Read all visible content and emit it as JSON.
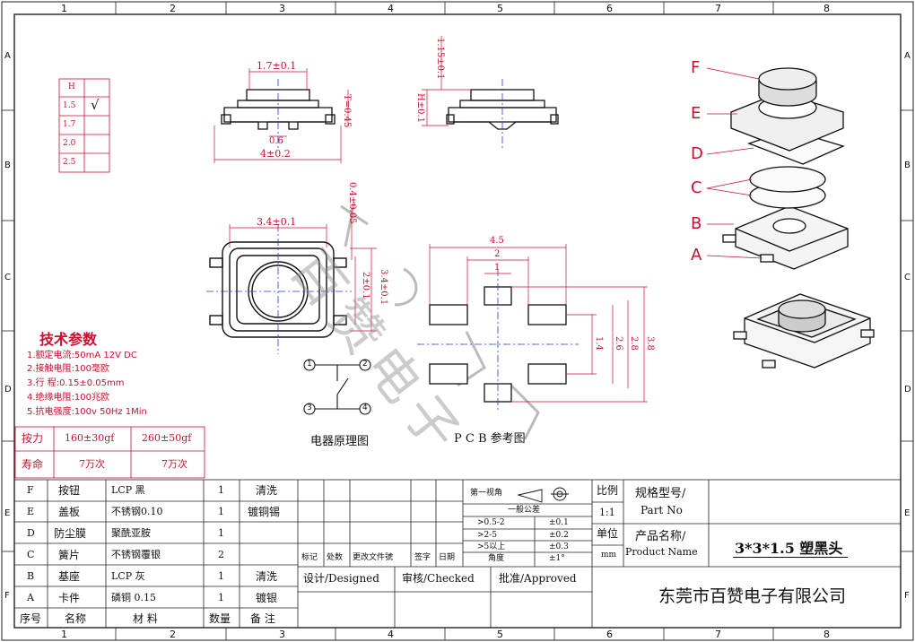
{
  "border": {
    "col_numbers": [
      "1",
      "2",
      "3",
      "4",
      "5",
      "6",
      "7",
      "8"
    ],
    "row_letters": [
      "A",
      "B",
      "C",
      "D",
      "E",
      "F"
    ]
  },
  "height_table": {
    "header": "H",
    "rows": [
      {
        "h": "1.5",
        "mark": "√"
      },
      {
        "h": "1.7",
        "mark": ""
      },
      {
        "h": "2.0",
        "mark": ""
      },
      {
        "h": "2.5",
        "mark": ""
      }
    ]
  },
  "dimensions": {
    "d1": "1.7±0.1",
    "d2": "T=0.45",
    "d3": "0.6",
    "d4": "4±0.2",
    "d5": "1.15±0.1",
    "d6": "H±0.1",
    "d7": "3.4±0.1",
    "d8": "0.4±0.05",
    "d9": "3.4±0.1",
    "d10": "2±0.1",
    "pcb_w1": "4.5",
    "pcb_w2": "2",
    "pcb_w3": "1",
    "pcb_h1": "1.4",
    "pcb_h2": "2.6",
    "pcb_h3": "2.8",
    "pcb_h4": "3.8"
  },
  "parts_labels": [
    "F",
    "E",
    "D",
    "C",
    "B",
    "A"
  ],
  "circuit": {
    "pins": [
      "1",
      "2",
      "3",
      "4"
    ],
    "caption": "电器原理图"
  },
  "pcb_caption": "P C B  参考图",
  "watermark": "百赞电子",
  "tech": {
    "title": "技术参数",
    "lines": [
      "1.额定电流:50mA 12V DC",
      "2.接触电阻:100毫欧",
      "3.行      程:0.15±0.05mm",
      "4.绝缘电阻:100兆欧",
      "5.抗电强度:100v 50Hz 1Min"
    ]
  },
  "force_table": {
    "row1": [
      "按力",
      "160±30gf",
      "260±50gf"
    ],
    "row2": [
      "寿命",
      "7万次",
      "7万次"
    ]
  },
  "bom": {
    "rows": [
      {
        "no": "F",
        "name": "按钮",
        "material": "LCP 黑",
        "qty": "1",
        "note": "清洗"
      },
      {
        "no": "E",
        "name": "盖板",
        "material": "不锈钢0.10",
        "qty": "1",
        "note": "镀铜锡"
      },
      {
        "no": "D",
        "name": "防尘膜",
        "material": "聚酰亚胺",
        "qty": "1",
        "note": ""
      },
      {
        "no": "C",
        "name": "簧片",
        "material": "不锈钢覆银",
        "qty": "2",
        "note": ""
      },
      {
        "no": "B",
        "name": "基座",
        "material": "LCP 灰",
        "qty": "1",
        "note": "清洗"
      },
      {
        "no": "A",
        "name": "卡件",
        "material": "磷铜 0.15",
        "qty": "1",
        "note": "镀银"
      }
    ],
    "header": {
      "no": "序号",
      "name": "名称",
      "material": "材 料",
      "qty": "数量",
      "note": "备 注"
    }
  },
  "revision": {
    "labels": [
      "标记",
      "处数",
      "更改文件號",
      "签字",
      "日期"
    ]
  },
  "approval": {
    "design": "设计/Designed",
    "check": "审核/Checked",
    "approve": "批准/Approved"
  },
  "tolerance": {
    "view_label": "第一视角",
    "general": "一般公差",
    "rows": [
      {
        "range": ">0.5-2",
        "tol": "±0.1"
      },
      {
        "range": ">2-5",
        "tol": "±0.2"
      },
      {
        "range": ">5以上",
        "tol": "±0.3"
      },
      {
        "range": "角度",
        "tol": "±1°"
      }
    ]
  },
  "title_block": {
    "scale_label": "比例",
    "scale_value": "1:1",
    "unit_label": "单位",
    "unit_value": "mm",
    "spec_label": "规格型号/",
    "spec_label_en": "Part No",
    "name_label": "产品名称/",
    "name_label_en": "Product Name",
    "product_name": "3*3*1.5 塑黑头",
    "company": "东莞市百赞电子有限公司"
  }
}
